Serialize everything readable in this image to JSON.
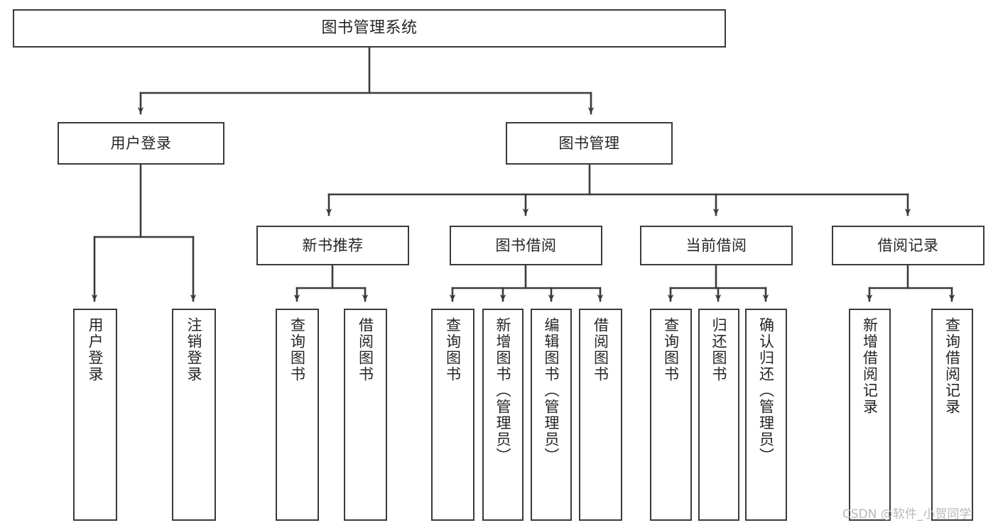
{
  "diagram": {
    "type": "tree-hierarchy-chart",
    "title": "图书管理系统",
    "colors": {
      "box_border": "#3b3b3b",
      "box_fill": "#ffffff",
      "edge": "#3b3b3b",
      "text": "#262626",
      "watermark": "#b9b9b9",
      "background": "#ffffff"
    },
    "root": {
      "label": "图书管理系统"
    },
    "level2": [
      {
        "id": "user-login",
        "label": "用户登录"
      },
      {
        "id": "book-manage",
        "label": "图书管理"
      }
    ],
    "level3": [
      {
        "id": "new-book-rec",
        "label": "新书推荐"
      },
      {
        "id": "book-borrow",
        "label": "图书借阅"
      },
      {
        "id": "current-borrow",
        "label": "当前借阅"
      },
      {
        "id": "borrow-record",
        "label": "借阅记录"
      }
    ],
    "leaves": {
      "user_login": [
        {
          "id": "leaf-user-login",
          "label": "用户登录"
        },
        {
          "id": "leaf-logout-login",
          "label": "注销登录"
        }
      ],
      "new_book_rec": [
        {
          "id": "leaf-query-book-1",
          "label": "查询图书"
        },
        {
          "id": "leaf-borrow-book-1",
          "label": "借阅图书"
        }
      ],
      "book_borrow": [
        {
          "id": "leaf-query-book-2",
          "label": "查询图书"
        },
        {
          "id": "leaf-add-book",
          "label": "新增图书（管理员）"
        },
        {
          "id": "leaf-edit-book",
          "label": "编辑图书（管理员）"
        },
        {
          "id": "leaf-borrow-book-2",
          "label": "借阅图书"
        }
      ],
      "current_borrow": [
        {
          "id": "leaf-query-book-3",
          "label": "查询图书"
        },
        {
          "id": "leaf-return-book",
          "label": "归还图书"
        },
        {
          "id": "leaf-confirm-return",
          "label": "确认归还（管理员）"
        }
      ],
      "borrow_record": [
        {
          "id": "leaf-add-record",
          "label": "新增借阅记录"
        },
        {
          "id": "leaf-query-record",
          "label": "查询借阅记录"
        }
      ]
    },
    "watermark": "CSDN @软件_小贺同学"
  }
}
